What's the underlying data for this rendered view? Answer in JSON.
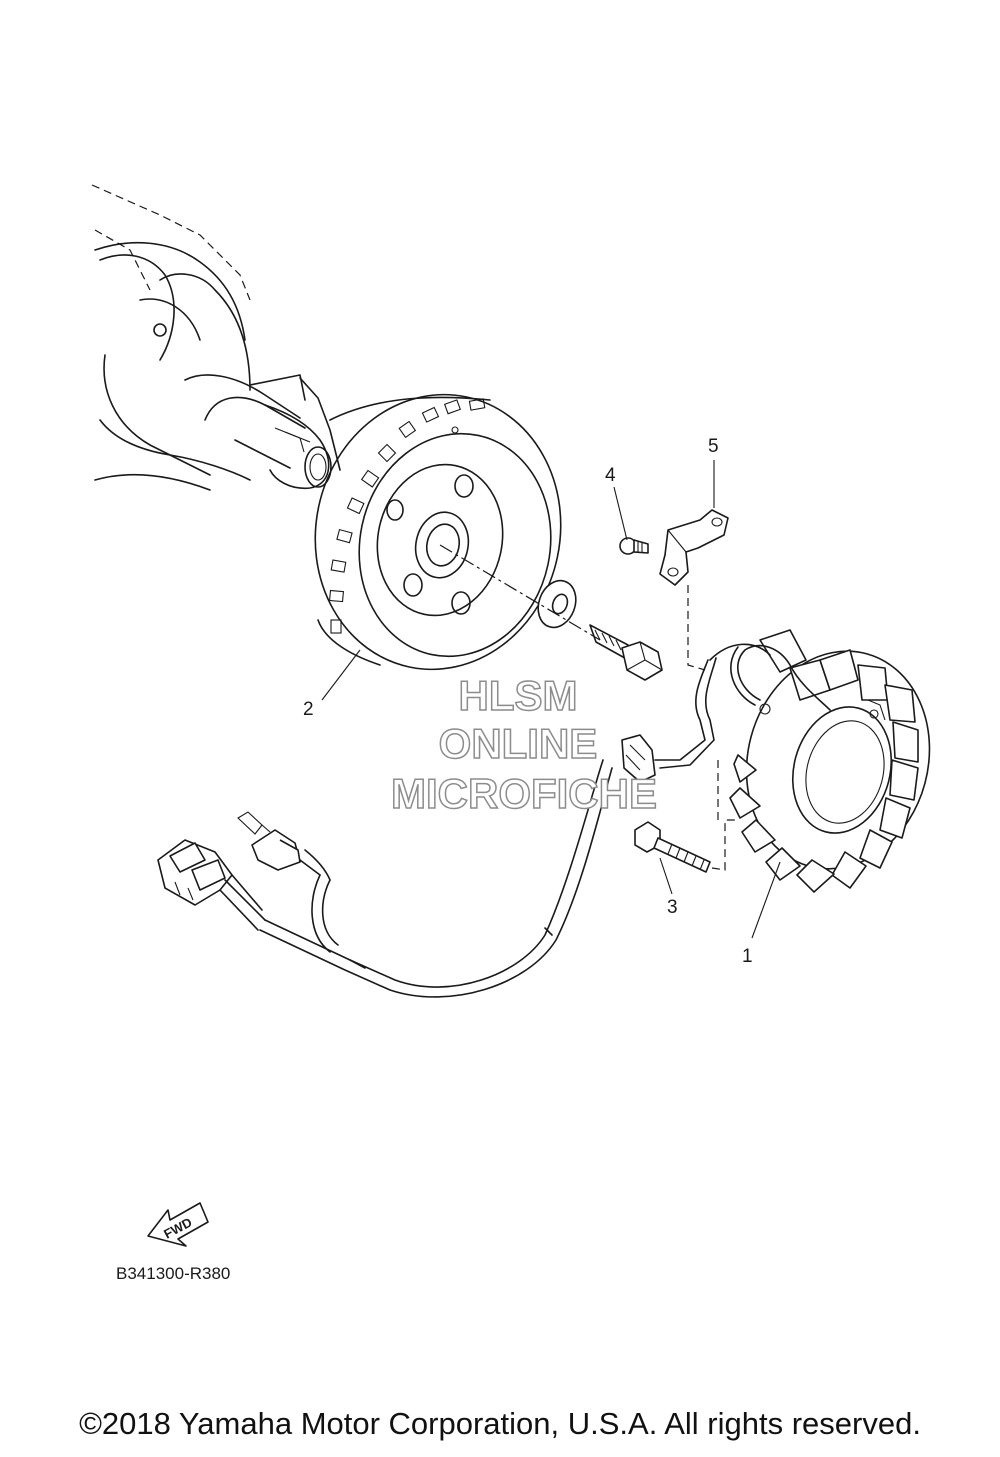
{
  "callouts": {
    "part_1": "1",
    "part_2": "2",
    "part_3": "3",
    "part_4": "4",
    "part_5": "5"
  },
  "watermark": {
    "line1": "HLSM",
    "line2": "ONLINE",
    "line3": "MICROFICHE"
  },
  "fwd_label": "FWD",
  "diagram_code": "B341300-R380",
  "copyright": "©2018 Yamaha Motor Corporation, U.S.A. All rights reserved.",
  "colors": {
    "line": "#1a1a1a",
    "background": "#ffffff",
    "watermark_outline": "#8c8c8c"
  }
}
